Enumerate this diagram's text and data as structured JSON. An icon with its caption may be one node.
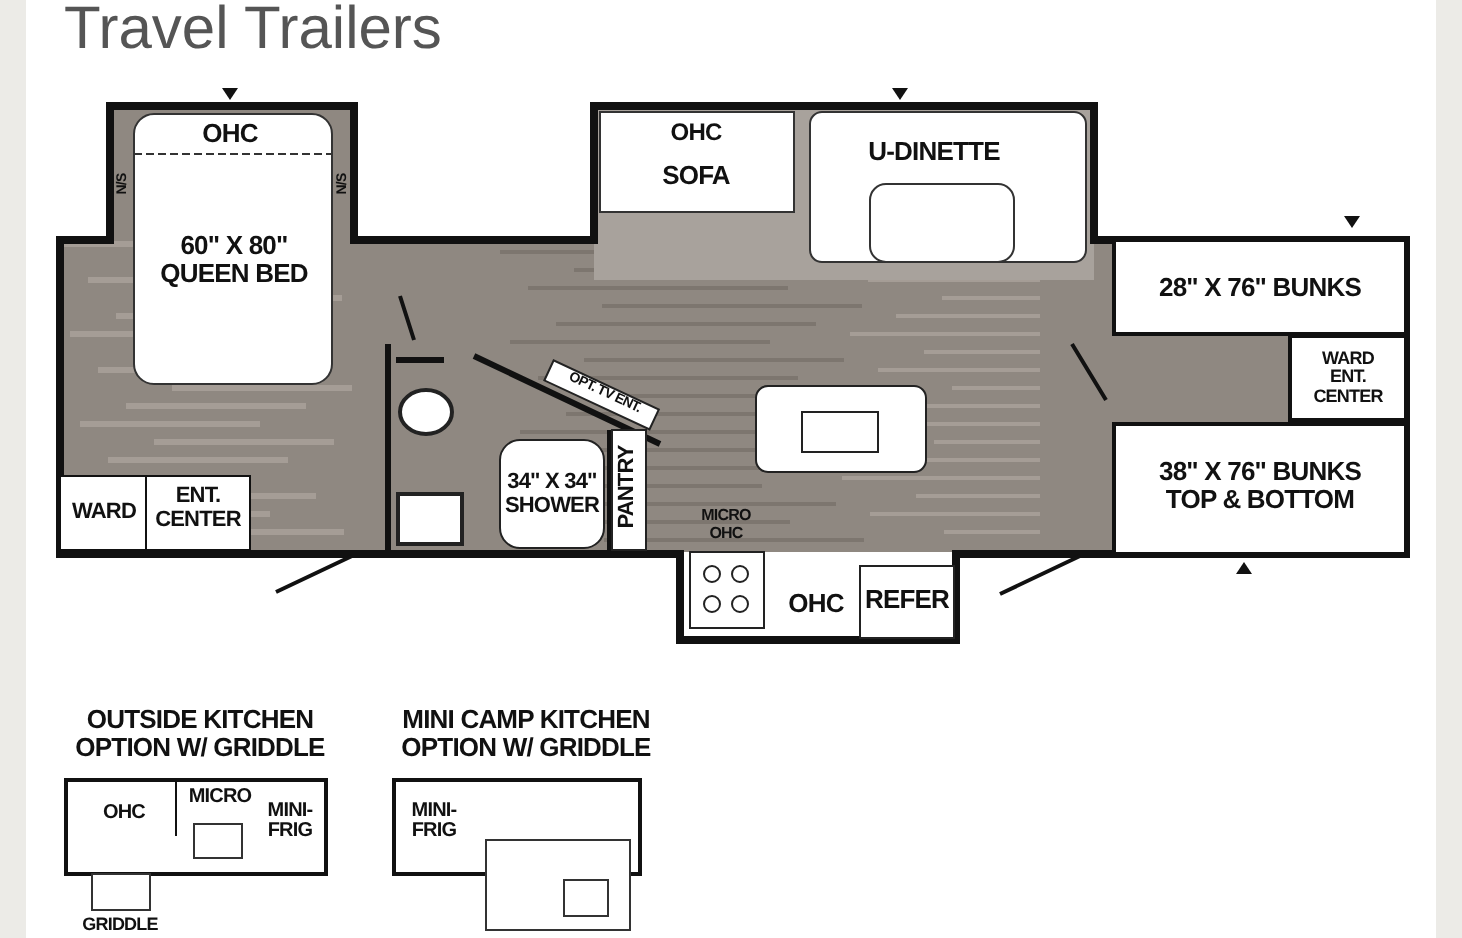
{
  "diagram": {
    "title": "Travel Trailers",
    "labels": [
      "OHC",
      "N/S",
      "N/S",
      "60\" X 80\" QUEEN BED",
      "OHC",
      "SOFA",
      "U-DINETTE",
      "28\" X 76\" BUNKS",
      "OPT. TV ENT.",
      "WARD ENT. CENTER",
      "34\" X 34\" SHOWER",
      "PANTRY",
      "38\" X 76\" BUNKS TOP & BOTTOM",
      "WARD",
      "ENT. CENTER",
      "MICRO OHC",
      "OHC",
      "REFER",
      "OUTSIDE KITCHEN OPTION W/ GRIDDLE",
      "MINI CAMP KITCHEN OPTION W/ GRIDDLE",
      "OHC",
      "MICRO",
      "MINI-FRIG",
      "MINI-FRIG",
      "GRIDDLE"
    ]
  }
}
